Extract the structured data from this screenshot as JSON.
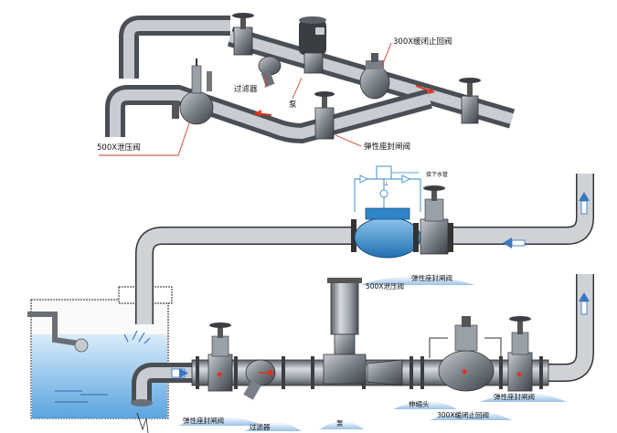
{
  "top_diagram": {
    "labels": {
      "check_valve": "300X缓闭止回阀",
      "filter": "过滤器",
      "pump": "泵",
      "pressure_relief": "500X泄压阀",
      "gate_valve": "弹性座封闸阀"
    }
  },
  "bottom_diagram": {
    "labels": {
      "drain": "接下水管",
      "pressure_relief": "500X泄压阀",
      "gate_valve_top": "弹性座封闸阀",
      "gate_valve_left": "弹性座封闸阀",
      "filter": "过滤器",
      "pump": "泵",
      "joint": "伸缩头",
      "check_valve": "300X缓闭止回阀",
      "gate_valve_right": "弹性座封闸阀"
    }
  },
  "colors": {
    "pipe": "#8a8f96",
    "pipe_dark": "#4a4f55",
    "valve_blue": "#2e86c8",
    "water": "#6fb2e6",
    "arrow_red": "#e2331f",
    "arrow_blue": "#3a78c0",
    "leader_red": "#d23a2a",
    "cloud": "#9fc3e6"
  }
}
